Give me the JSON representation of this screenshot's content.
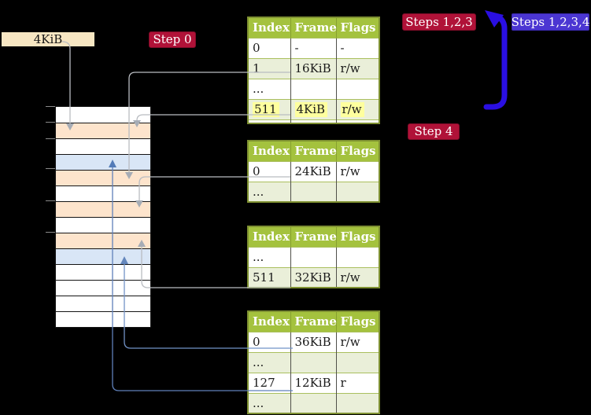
{
  "frame_label": {
    "text": "4KiB"
  },
  "badges": {
    "step0": "Step 0",
    "steps123": "Steps 1,2,3",
    "steps1234": "Steps 1,2,3,4",
    "step4": "Step 4"
  },
  "memory": {
    "rows": [
      {
        "color": "white"
      },
      {
        "color": "orange"
      },
      {
        "color": "white"
      },
      {
        "color": "blue"
      },
      {
        "color": "orange"
      },
      {
        "color": "white"
      },
      {
        "color": "orange"
      },
      {
        "color": "white"
      },
      {
        "color": "orange"
      },
      {
        "color": "blue"
      },
      {
        "color": "white"
      },
      {
        "color": "white"
      },
      {
        "color": "white"
      },
      {
        "color": "white"
      }
    ],
    "tick_ys": [
      135,
      155,
      176,
      214,
      255,
      295
    ]
  },
  "tables": [
    {
      "headers": [
        "Index",
        "Frame",
        "Flags"
      ],
      "rows": [
        {
          "cells": [
            "0",
            "-",
            "-"
          ]
        },
        {
          "cells": [
            "1",
            "16KiB",
            "r/w"
          ]
        },
        {
          "cells": [
            "...",
            "",
            ""
          ]
        },
        {
          "cells": [
            "511",
            "4KiB",
            "r/w"
          ],
          "highlighted": true
        }
      ]
    },
    {
      "headers": [
        "Index",
        "Frame",
        "Flags"
      ],
      "rows": [
        {
          "cells": [
            "0",
            "24KiB",
            "r/w"
          ]
        },
        {
          "cells": [
            "...",
            "",
            ""
          ]
        }
      ]
    },
    {
      "headers": [
        "Index",
        "Frame",
        "Flags"
      ],
      "rows": [
        {
          "cells": [
            "...",
            "",
            ""
          ]
        },
        {
          "cells": [
            "511",
            "32KiB",
            "r/w"
          ]
        }
      ]
    },
    {
      "headers": [
        "Index",
        "Frame",
        "Flags"
      ],
      "rows": [
        {
          "cells": [
            "0",
            "36KiB",
            "r/w"
          ]
        },
        {
          "cells": [
            "...",
            "",
            ""
          ]
        },
        {
          "cells": [
            "127",
            "12KiB",
            "r"
          ]
        },
        {
          "cells": [
            "...",
            "",
            ""
          ]
        }
      ]
    }
  ],
  "colors": {
    "white": "#ffffff",
    "orange": "#fde4cc",
    "blue": "#d9e6f6",
    "badge_red": "#b01238",
    "badge_blue": "#4b36d2",
    "table_header_green": "#a4c23e",
    "table_row_green": "#eaefd9",
    "highlight_yellow": "#feff9e",
    "frame_label_beige": "#f7e6c2",
    "connector_gray": "#b9bcc1",
    "connector_blue_light": "#7292c6",
    "connector_blue_dark": "#5f80ba",
    "loop_arrow_blue": "#2a0fe2"
  }
}
